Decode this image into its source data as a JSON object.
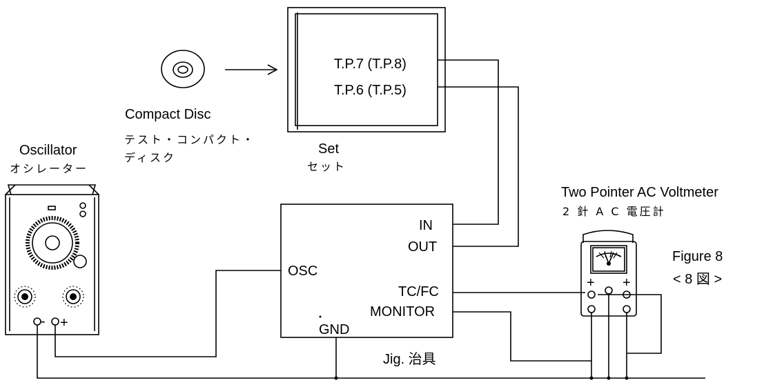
{
  "set": {
    "tp_upper": "T.P.7 (T.P.8)",
    "tp_lower": "T.P.6 (T.P.5)",
    "label_en": "Set",
    "label_jp": "セット"
  },
  "compact_disc": {
    "label_en": "Compact Disc",
    "label_jp_line1": "テスト・コンパクト・",
    "label_jp_line2": "ディスク"
  },
  "oscillator": {
    "label_en": "Oscillator",
    "label_jp": "オシレーター",
    "minus": "-",
    "plus": "+"
  },
  "jig": {
    "in": "IN",
    "out": "OUT",
    "osc": "OSC",
    "tcfc": "TC/FC",
    "monitor": "MONITOR",
    "gnd": "GND",
    "label": "Jig. 治具"
  },
  "voltmeter": {
    "label_en": "Two Pointer AC Voltmeter",
    "label_jp": "2 針 A C 電圧計",
    "plus_left": "+",
    "plus_right": "+"
  },
  "figure": {
    "label_en": "Figure 8",
    "label_jp": "< 8 図 >"
  }
}
